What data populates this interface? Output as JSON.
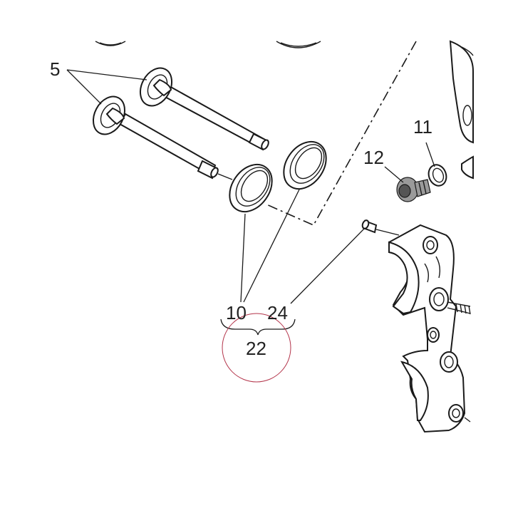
{
  "callouts": {
    "valves": "5",
    "seal": "10",
    "washer": "11",
    "plug": "12",
    "kit": "22",
    "pin": "24"
  },
  "colors": {
    "ink": "#1a1a1a",
    "highlight_circle": "#b3344a"
  }
}
